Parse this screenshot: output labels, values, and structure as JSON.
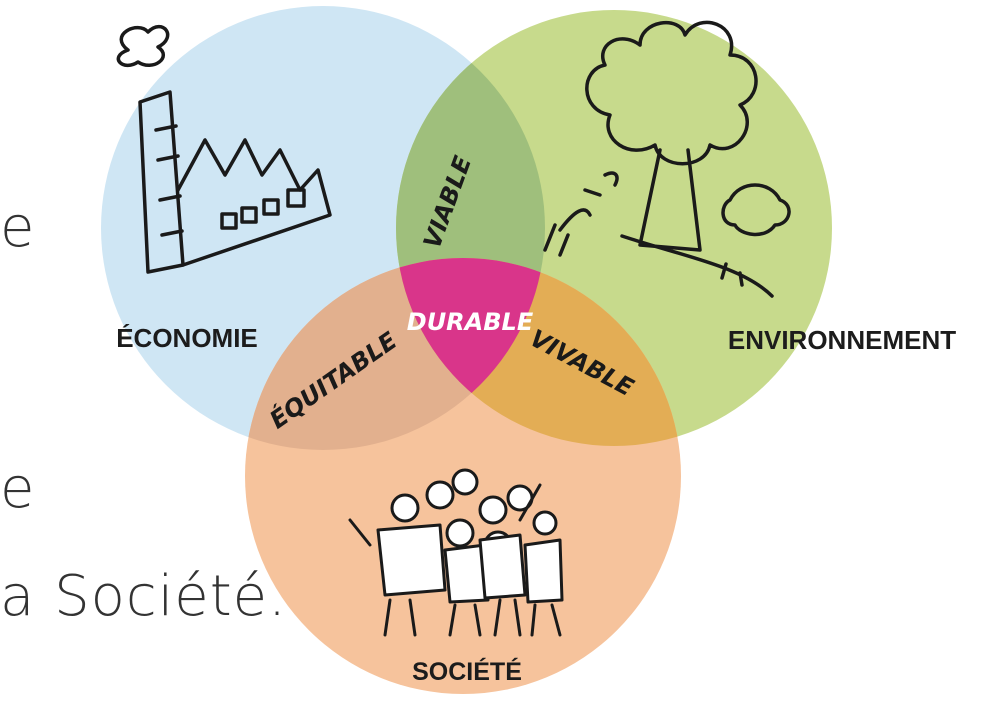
{
  "background_text": {
    "line1": "e",
    "line2": "e",
    "line3": "a Société."
  },
  "circles": {
    "economie": {
      "label": "ÉCONOMIE",
      "color": "#cfe6f4"
    },
    "environnement": {
      "label": "ENVIRONNEMENT",
      "color": "#c7da8c"
    },
    "societe": {
      "label": "SOCIÉTÉ",
      "color": "#f6c39c"
    }
  },
  "intersections": {
    "viable": "VIABLE",
    "equitable": "ÉQUITABLE",
    "vivable": "VIVABLE",
    "durable": {
      "label": "DURABLE",
      "color": "#d9358a"
    }
  },
  "icons": [
    "factory-icon",
    "tree-icon",
    "people-group-icon"
  ]
}
